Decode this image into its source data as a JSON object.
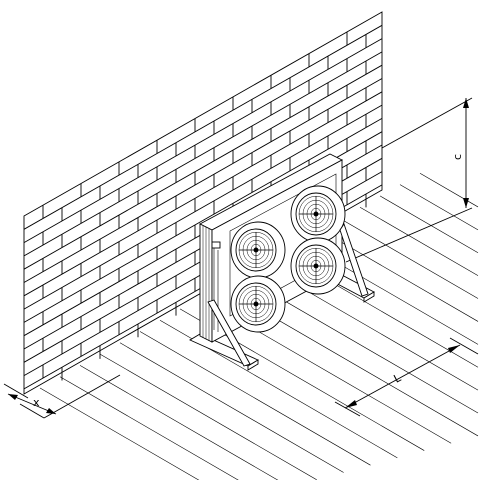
{
  "diagram": {
    "dimensions": {
      "x_label": "x",
      "l_label": "L",
      "c_label": "c"
    },
    "fans": {
      "count": 4
    },
    "colors": {
      "ink": "#000000",
      "background": "#ffffff"
    }
  }
}
